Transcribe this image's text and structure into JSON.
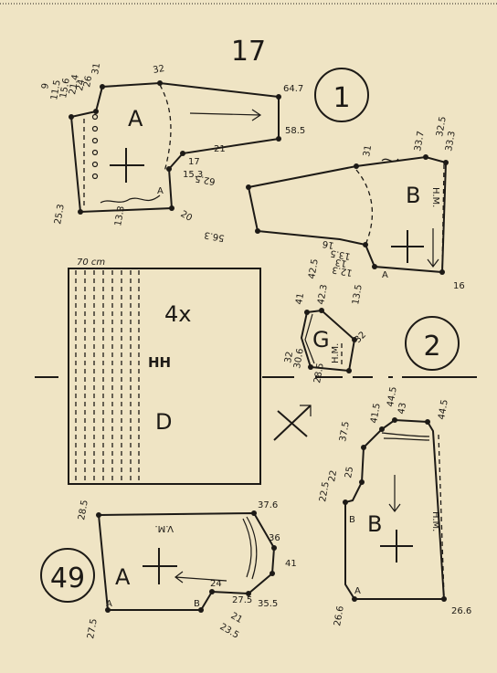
{
  "page_number": "17",
  "diagram_1": {
    "label": "1",
    "piece_A": {
      "letter": "A",
      "measures": [
        "9",
        "11.5",
        "15.6",
        "21.4",
        "24",
        "26",
        "31",
        "32",
        "64.7",
        "58.5",
        "21",
        "17",
        "15.3",
        "20",
        "13.3",
        "25.3",
        "A"
      ]
    },
    "piece_B": {
      "letter": "B",
      "grain_label": "H.M.",
      "measures": [
        "31",
        "33.7",
        "32.5",
        "33.3",
        "62.5",
        "56.3",
        "16",
        "13.5",
        "13",
        "12.3",
        "16",
        "13.5",
        "A"
      ]
    }
  },
  "diagram_2": {
    "label": "2",
    "piece_G": {
      "letter": "G",
      "grain_label": "H.M.",
      "measures": [
        "41",
        "42.5",
        "42.3",
        "32",
        "30.6",
        "28.5",
        "32"
      ]
    },
    "piece_B": {
      "letter": "B",
      "grain_label": "H.M.",
      "measures": [
        "41.5",
        "44.5",
        "43",
        "44.5",
        "37.5",
        "25",
        "22",
        "22.5",
        "B",
        "A",
        "26.6",
        "26.6"
      ]
    }
  },
  "fabric": {
    "width_label": "70 cm",
    "count": "4x",
    "fabric_code": "HH",
    "layout_letter": "D"
  },
  "diagram_49": {
    "label": "49",
    "piece_A": {
      "letter": "A",
      "grain_label": "V.M.",
      "measures": [
        "28.5",
        "37.6",
        "36",
        "41",
        "35.5",
        "27.5",
        "24",
        "23.5",
        "21",
        "27.5",
        "A",
        "B"
      ]
    }
  }
}
